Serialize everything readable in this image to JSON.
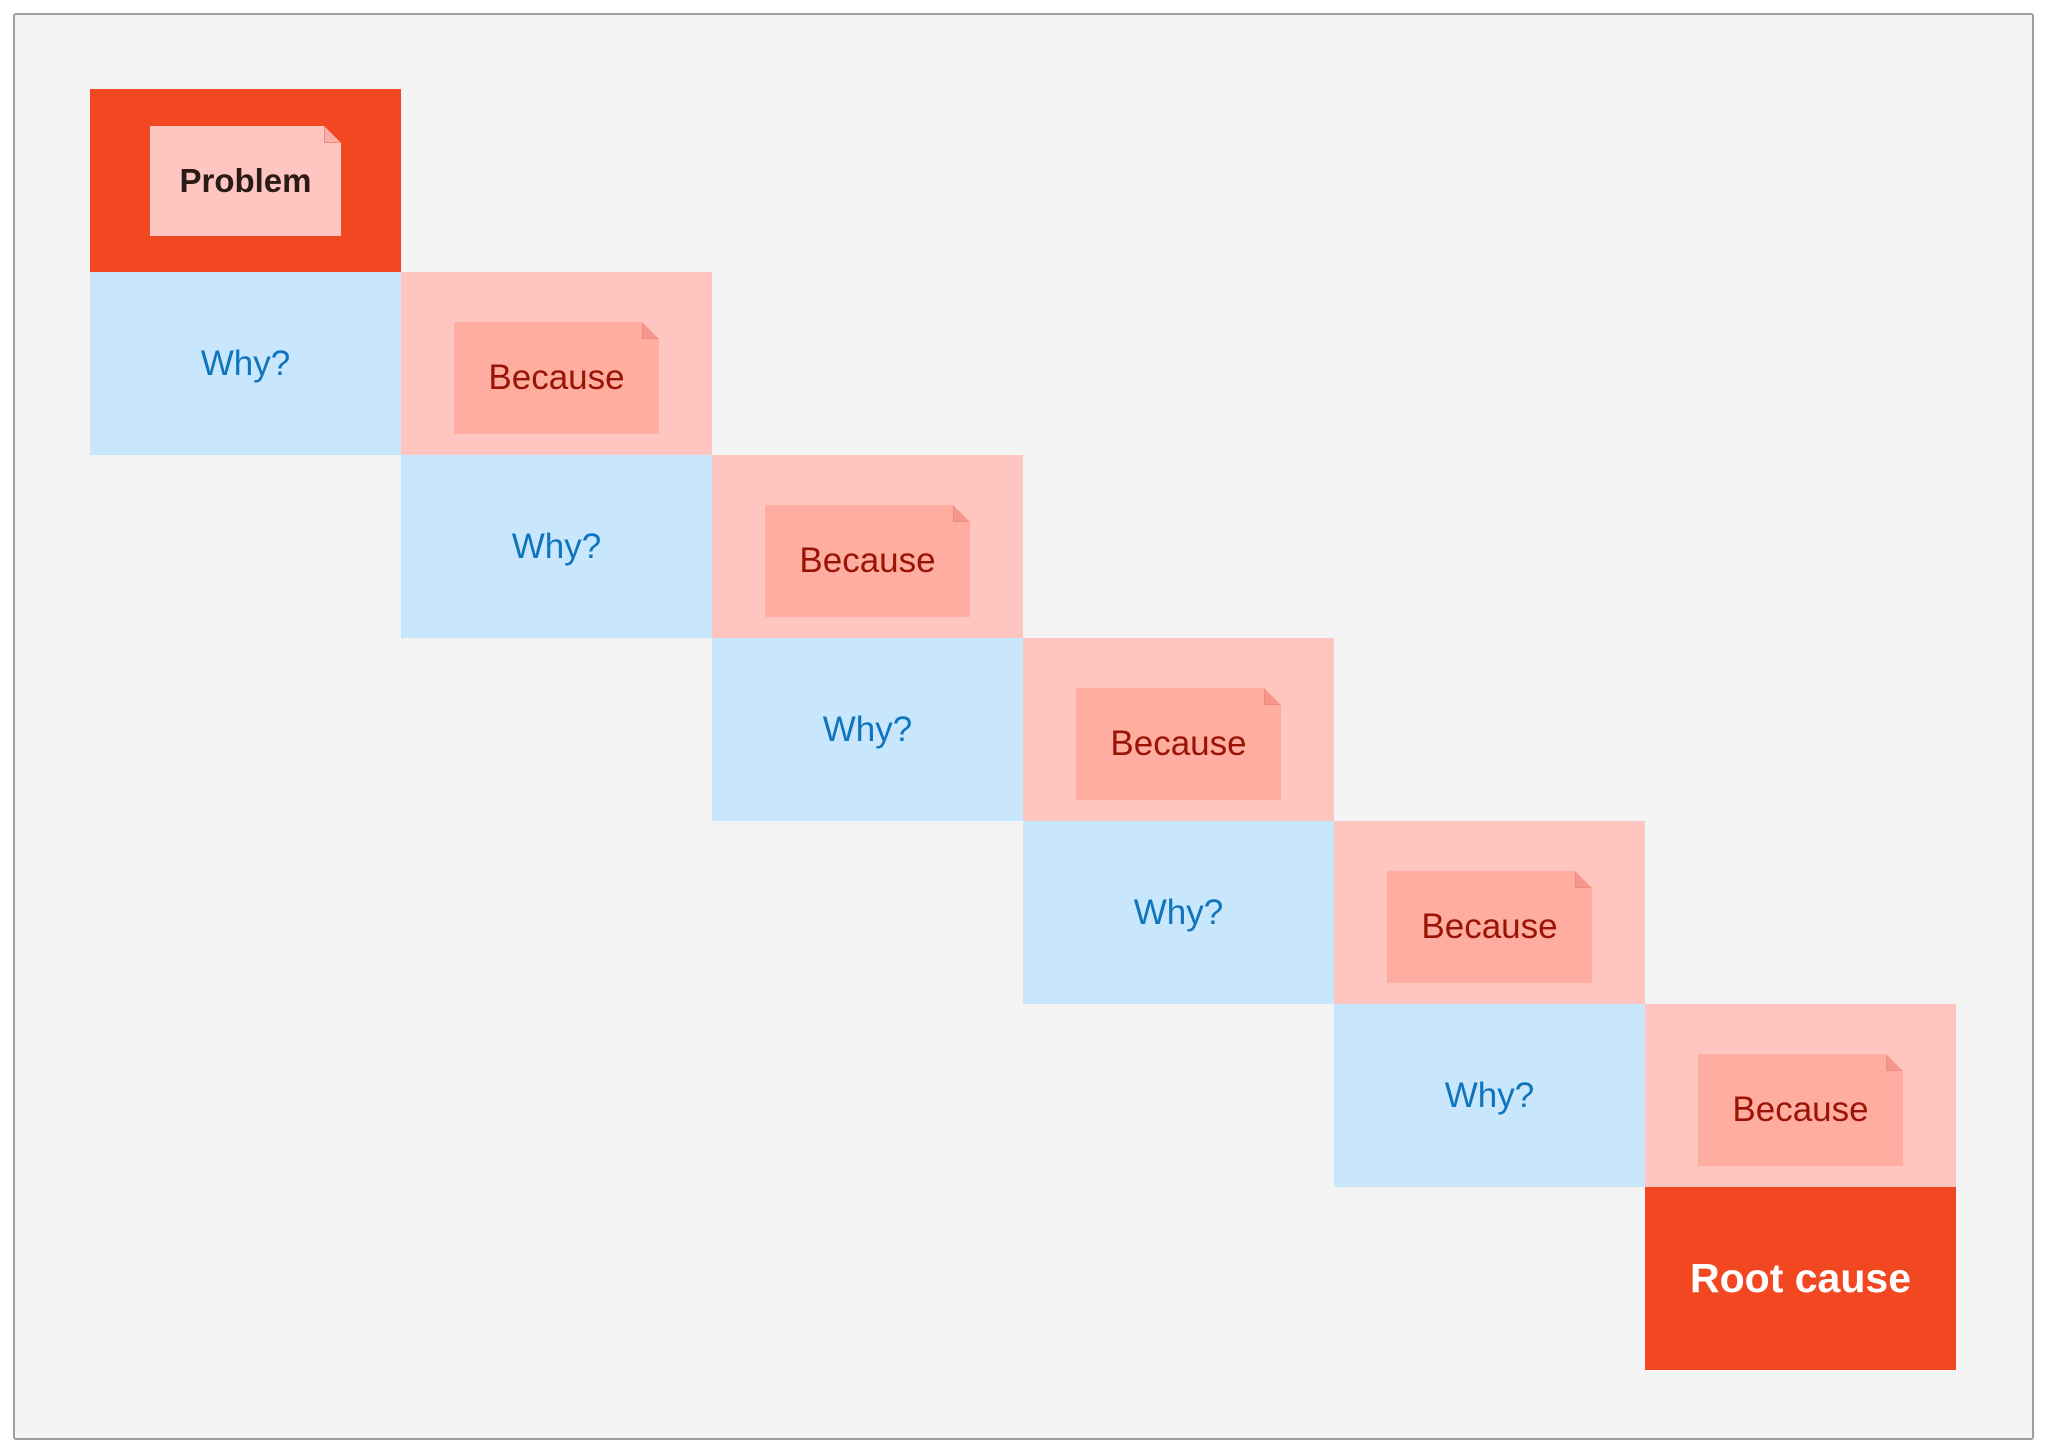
{
  "diagram": {
    "problem": {
      "label": "Problem"
    },
    "steps": [
      {
        "why": "Why?",
        "because": "Because"
      },
      {
        "why": "Why?",
        "because": "Because"
      },
      {
        "why": "Why?",
        "because": "Because"
      },
      {
        "why": "Why?",
        "because": "Because"
      },
      {
        "why": "Why?",
        "because": "Because"
      }
    ],
    "root_cause": {
      "label": "Root cause"
    }
  },
  "colors": {
    "canvas": "#f4f4f4",
    "accent_red": "#f24822",
    "why_fill": "#c8e6fc",
    "why_text": "#0f75bd",
    "because_fill": "#ffc6c1",
    "because_note": "#ffaca1",
    "because_text": "#9a1406"
  }
}
